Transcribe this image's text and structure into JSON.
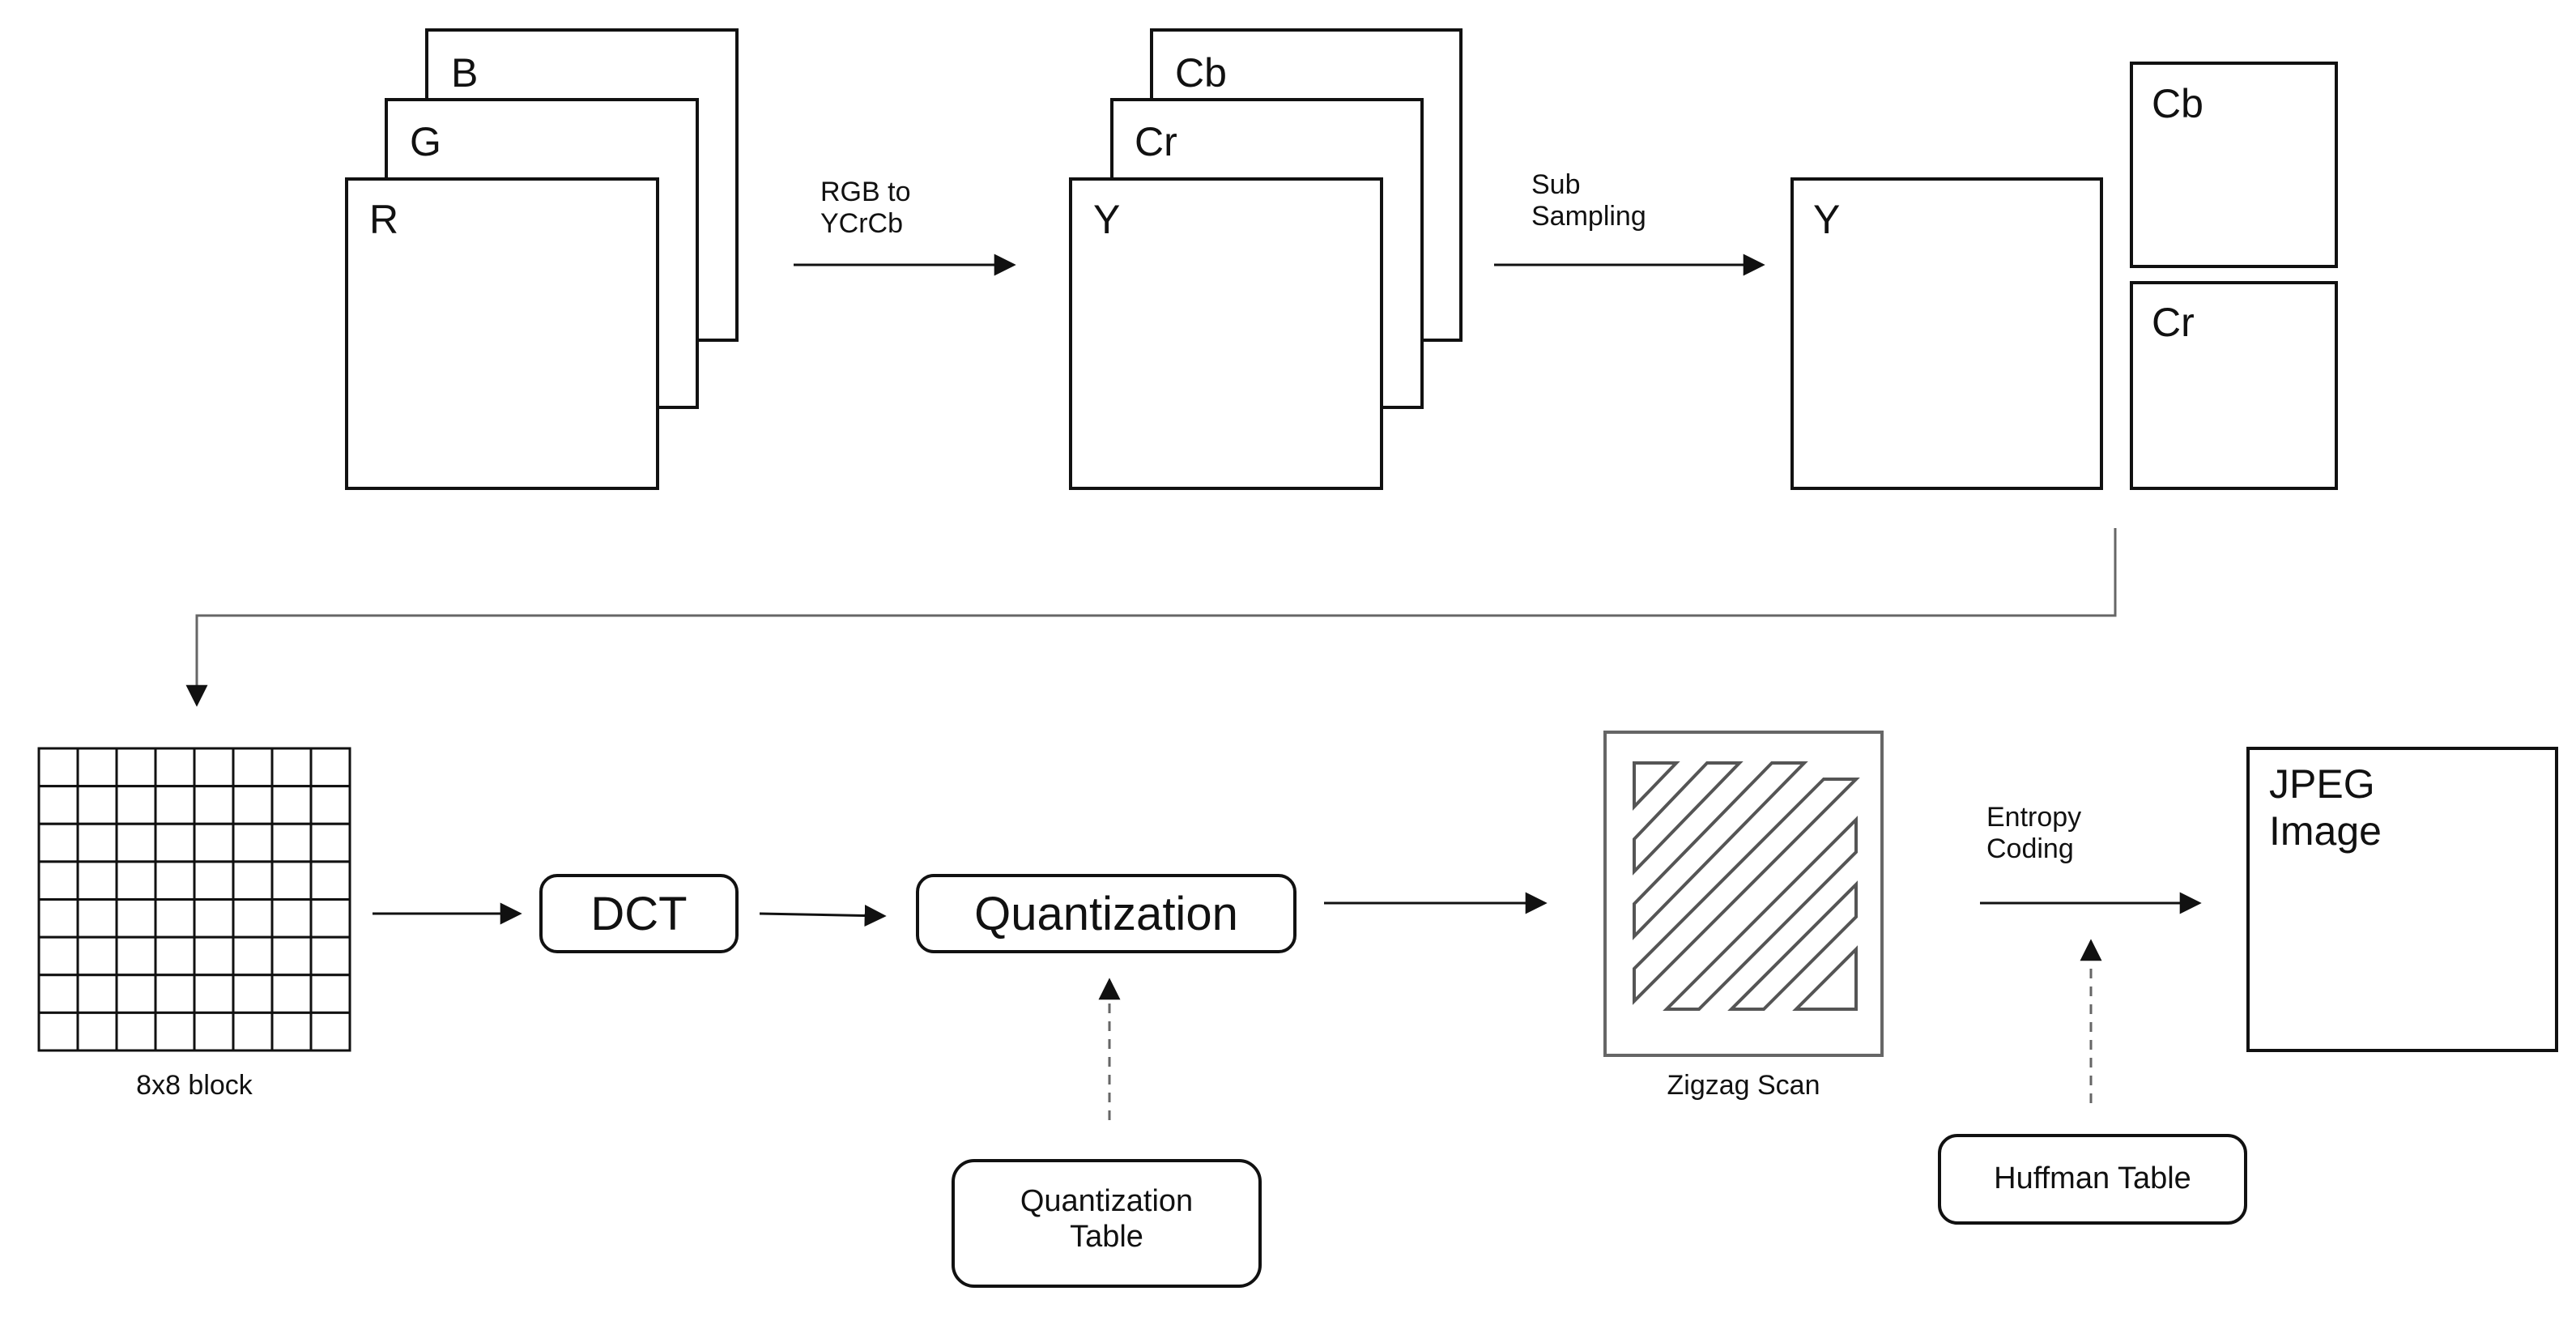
{
  "rgb": {
    "b": "B",
    "g": "G",
    "r": "R"
  },
  "step_rgb_to_ycrcb": {
    "line1": "RGB to",
    "line2": "YCrCb"
  },
  "ycrcb": {
    "cb": "Cb",
    "cr": "Cr",
    "y": "Y"
  },
  "step_subsampling": {
    "line1": "Sub",
    "line2": "Sampling"
  },
  "subsampled": {
    "y": "Y",
    "cb": "Cb",
    "cr": "Cr"
  },
  "block": {
    "label": "8x8 block",
    "rows": 8,
    "cols": 8
  },
  "dct": {
    "label": "DCT"
  },
  "quantization": {
    "label": "Quantization"
  },
  "quantization_table": {
    "line1": "Quantization",
    "line2": "Table"
  },
  "zigzag": {
    "label": "Zigzag Scan"
  },
  "entropy": {
    "line1": "Entropy",
    "line2": "Coding"
  },
  "huffman": {
    "label": "Huffman Table"
  },
  "output": {
    "line1": "JPEG",
    "line2": "Image"
  },
  "colors": {
    "stroke": "#111111",
    "background": "#ffffff",
    "zigzag_panel": "#ffffff",
    "muted_stroke": "#666666"
  }
}
